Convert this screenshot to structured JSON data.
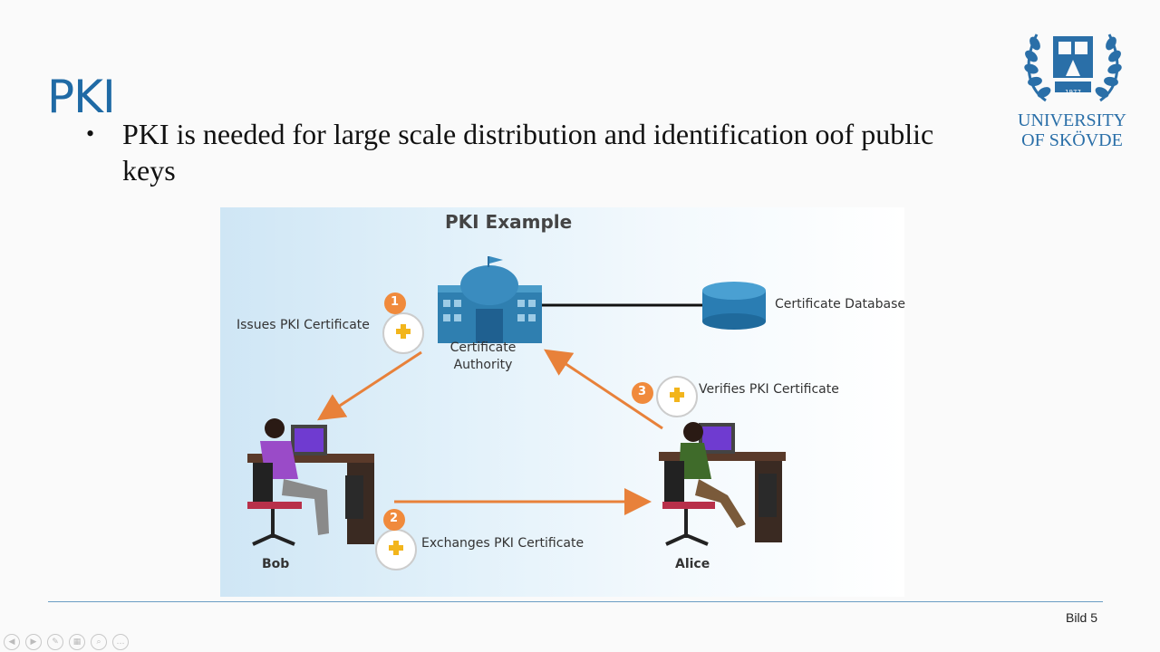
{
  "slide": {
    "title": "PKI",
    "bullet": "PKI is needed for large scale distribution and identification oof public keys",
    "page_label": "Bild 5"
  },
  "logo": {
    "line1": "UNIVERSITY",
    "line2": "OF SKÖVDE",
    "year": "1977"
  },
  "diagram": {
    "title": "PKI Example",
    "ca_label_1": "Certificate",
    "ca_label_2": "Authority",
    "db_label": "Certificate Database",
    "step1_num": "1",
    "step1_label": "Issues PKI Certificate",
    "step2_num": "2",
    "step2_label": "Exchanges PKI Certificate",
    "step3_num": "3",
    "step3_label": "Verifies PKI Certificate",
    "bob": "Bob",
    "alice": "Alice"
  },
  "colors": {
    "title_blue": "#1f6aa5",
    "arrow_orange": "#e8813a",
    "badge_orange": "#f08a3c",
    "plus_yellow": "#f2b51c"
  },
  "nav_icons": [
    "prev-icon",
    "next-icon",
    "pen-icon",
    "slides-icon",
    "zoom-icon",
    "more-icon"
  ]
}
